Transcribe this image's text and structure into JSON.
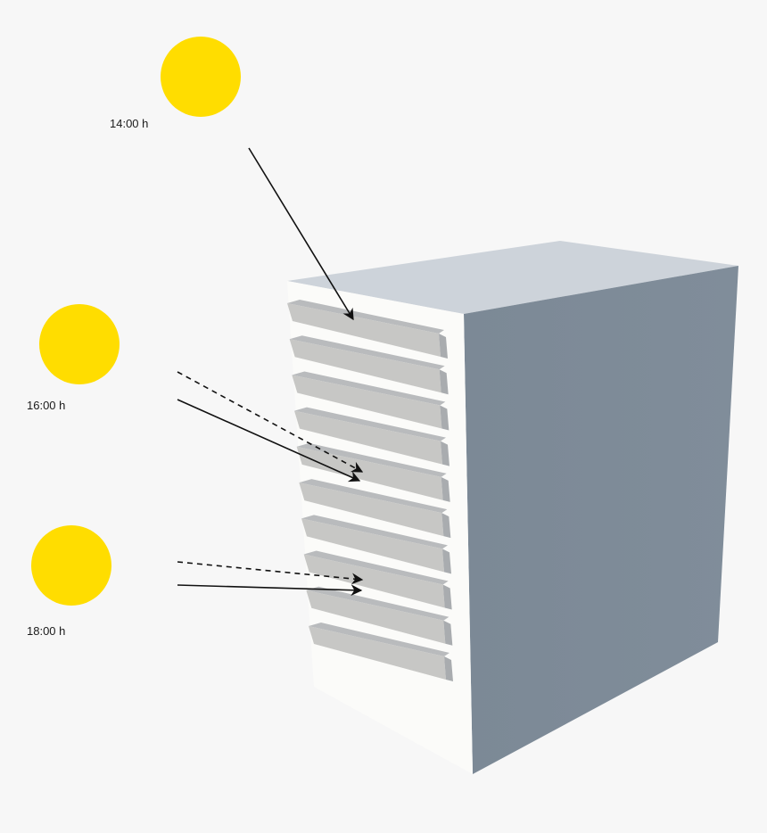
{
  "colors": {
    "sun": "#ffdd00",
    "background": "#f7f7f7",
    "building_front": "#fbfbf9",
    "building_side": "#7f8c99",
    "building_top": "#cdd3da",
    "louver_face": "#c7c7c5",
    "louver_edge": "#a9acaf",
    "arrow": "#111111"
  },
  "suns": [
    {
      "id": "sun-1400",
      "label": "14:00 h"
    },
    {
      "id": "sun-1600",
      "label": "16:00 h"
    },
    {
      "id": "sun-1800",
      "label": "18:00 h"
    }
  ],
  "louver_count": 10
}
